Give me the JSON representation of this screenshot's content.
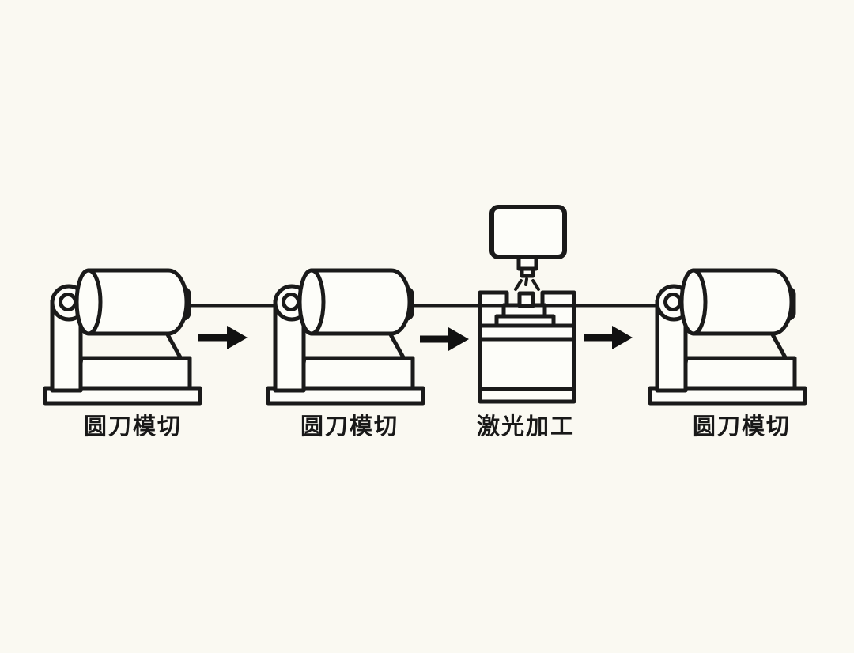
{
  "colors": {
    "background": "#FAF9F2",
    "ink": "#1A1A1A",
    "machine_fill": "#FDFDF9"
  },
  "diagram": {
    "type": "process-flow",
    "direction": "left-to-right",
    "arrow_count": 3,
    "stages": [
      {
        "label": "圆刀模切",
        "machine": "rotary-die-cutter"
      },
      {
        "label": "圆刀模切",
        "machine": "rotary-die-cutter"
      },
      {
        "label": "激光加工",
        "machine": "laser-station"
      },
      {
        "label": "圆刀模切",
        "machine": "rotary-die-cutter"
      }
    ]
  }
}
